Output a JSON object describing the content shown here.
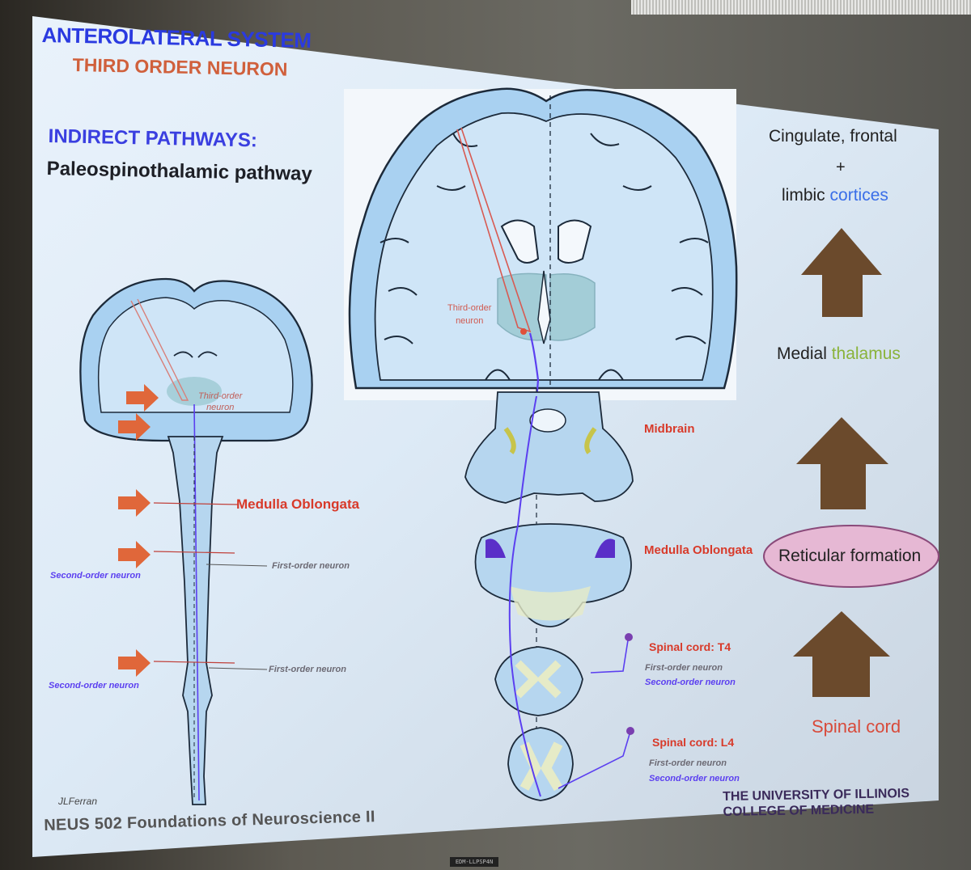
{
  "slide": {
    "title": "ANTEROLATERAL SYSTEM",
    "subtitle": "THIRD ORDER NEURON",
    "section": "INDIRECT PATHWAYS:",
    "pathway": "Paleospinothalamic pathway",
    "credit": "JLFerran",
    "institution_line1": "THE UNIVERSITY OF ILLINOIS",
    "institution_line2": "COLLEGE OF MEDICINE",
    "course": "NEUS 502 Foundations of Neuroscience II",
    "device_label": "EDM-LLPSP4N"
  },
  "flow": {
    "cortices_line1": "Cingulate, frontal",
    "cortices_plus": "+",
    "cortices_line2_a": "limbic ",
    "cortices_line2_b": "cortices",
    "thalamus_a": "Medial ",
    "thalamus_b": "thalamus",
    "reticular": "Reticular formation",
    "spinal": "Spinal cord"
  },
  "labels": {
    "third_order_a": "Third-order",
    "third_order_b": "neuron",
    "midbrain": "Midbrain",
    "medulla": "Medulla Oblongata",
    "spinal_t4": "Spinal cord: T4",
    "spinal_l4": "Spinal cord: L4",
    "first_order": "First-order neuron",
    "second_order": "Second-order neuron"
  },
  "colors": {
    "title_blue": "#2a3ae0",
    "subtitle_orange": "#d0603c",
    "arrow_brown": "#6b4a2c",
    "arrow_orange": "#e0673a",
    "reticular_fill": "#e6b8d4",
    "tract_purple": "#5b3ff0"
  }
}
